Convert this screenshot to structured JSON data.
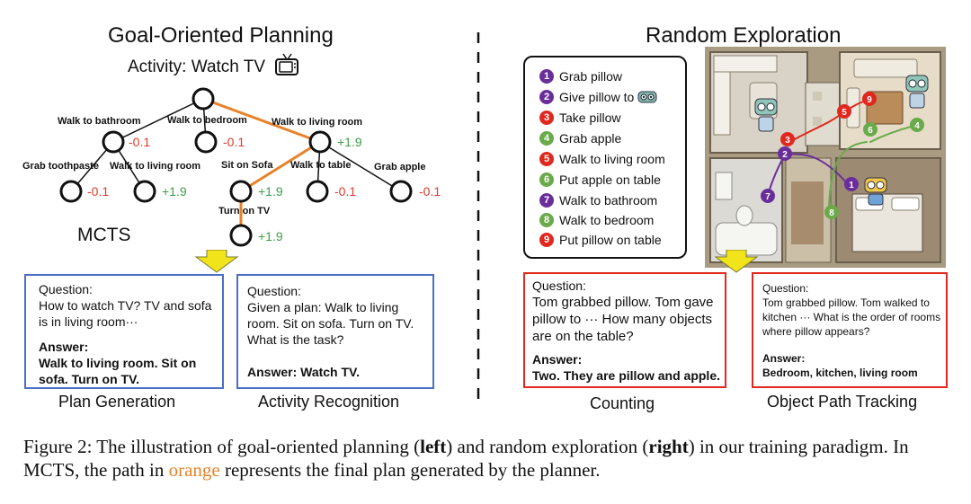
{
  "left_panel": {
    "title": "Goal-Oriented Planning",
    "activity_label": "Activity: Watch TV",
    "tv_icon": "tv-icon",
    "mcts_label": "MCTS",
    "edges": {
      "bathroom": "Walk to bathroom",
      "bedroom": "Walk to bedroom",
      "living_room": "Walk to living room",
      "toothpaste": "Grab toothpaste",
      "bath_to_living": "Walk to living room",
      "sofa": "Sit on Sofa",
      "table": "Walk to table",
      "apple": "Grab apple",
      "turn_on_tv": "Turn on TV"
    },
    "scores": {
      "bathroom": "-0.1",
      "bedroom": "-0.1",
      "living_room": "+1.9",
      "toothpaste": "-0.1",
      "bath_to_living": "+1.9",
      "sofa": "+1.9",
      "table": "-0.1",
      "apple": "-0.1",
      "turn_on_tv": "+1.9"
    },
    "plan_box": {
      "question_label": "Question:",
      "question": "How to watch TV? TV and sofa is in living room···",
      "answer_label": "Answer:",
      "answer": "Walk to living room. Sit on sofa. Turn on TV."
    },
    "activity_box": {
      "question_label": "Question:",
      "question": "Given a plan: Walk to living room. Sit on sofa. Turn on TV. What is the task?",
      "answer": "Answer: Watch TV."
    },
    "plan_caption": "Plan Generation",
    "activity_caption": "Activity Recognition"
  },
  "right_panel": {
    "title": "Random Exploration",
    "legend": [
      {
        "num": "1",
        "text": "Grab pillow",
        "color": "#6a2e9a"
      },
      {
        "num": "2",
        "text": "Give pillow to",
        "color": "#6a2e9a"
      },
      {
        "num": "3",
        "text": "Take pillow",
        "color": "#e0281f"
      },
      {
        "num": "4",
        "text": "Grab apple",
        "color": "#6aaa4a"
      },
      {
        "num": "5",
        "text": "Walk to living room",
        "color": "#e0281f"
      },
      {
        "num": "6",
        "text": "Put apple on table",
        "color": "#6aaa4a"
      },
      {
        "num": "7",
        "text": "Walk to bathroom",
        "color": "#6a2e9a"
      },
      {
        "num": "8",
        "text": "Walk to bedroom",
        "color": "#6aaa4a"
      },
      {
        "num": "9",
        "text": "Put pillow on table",
        "color": "#e0281f"
      }
    ],
    "robot_icon": "robot-icon",
    "counting_box": {
      "question_label": "Question:",
      "question": "Tom grabbed pillow. Tom gave pillow to ··· How many objects are on the table?",
      "answer_label": "Answer:",
      "answer": "Two. They are pillow and apple."
    },
    "tracking_box": {
      "question_label": "Question:",
      "question": "Tom grabbed pillow. Tom walked to kitchen ··· What is the order of rooms where pillow appears?",
      "answer_label": "Answer:",
      "answer": "Bedroom, kitchen, living room"
    },
    "counting_caption": "Counting",
    "tracking_caption": "Object Path Tracking"
  },
  "figure_caption": {
    "lead": "Figure 2:",
    "part1": " The illustration of goal-oriented planning (",
    "left": "left",
    "part2": ") and random exploration (",
    "right": "right",
    "part3": ") in our training paradigm. In MCTS, the path in ",
    "orange": "orange",
    "part4": " represents the final plan generated by the planner."
  },
  "colors": {
    "orange_path": "#e8822a",
    "negative": "#e03a2a",
    "positive": "#3aa047",
    "blue_box": "#4a6fc4",
    "red_box": "#e0281f"
  }
}
